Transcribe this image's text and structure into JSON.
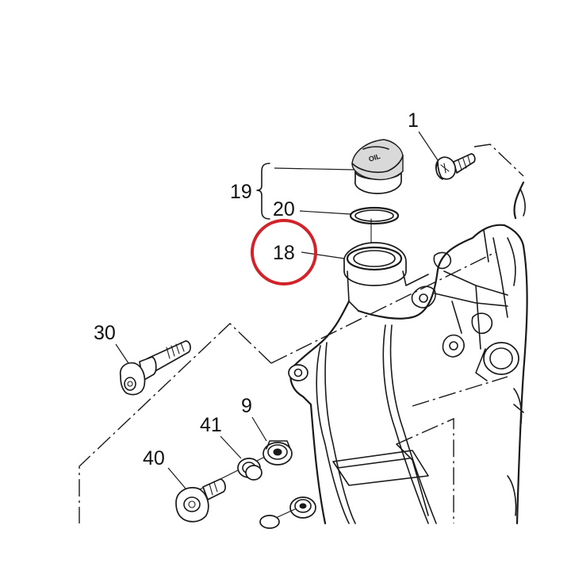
{
  "callouts": {
    "p1": "1",
    "p19": "19",
    "p20": "20",
    "p18": "18",
    "p30": "30",
    "p9": "9",
    "p41": "41",
    "p40": "40"
  },
  "cap_marking": "OIL",
  "highlight_color": "#d2232a",
  "line_color": "#1a1a1a"
}
